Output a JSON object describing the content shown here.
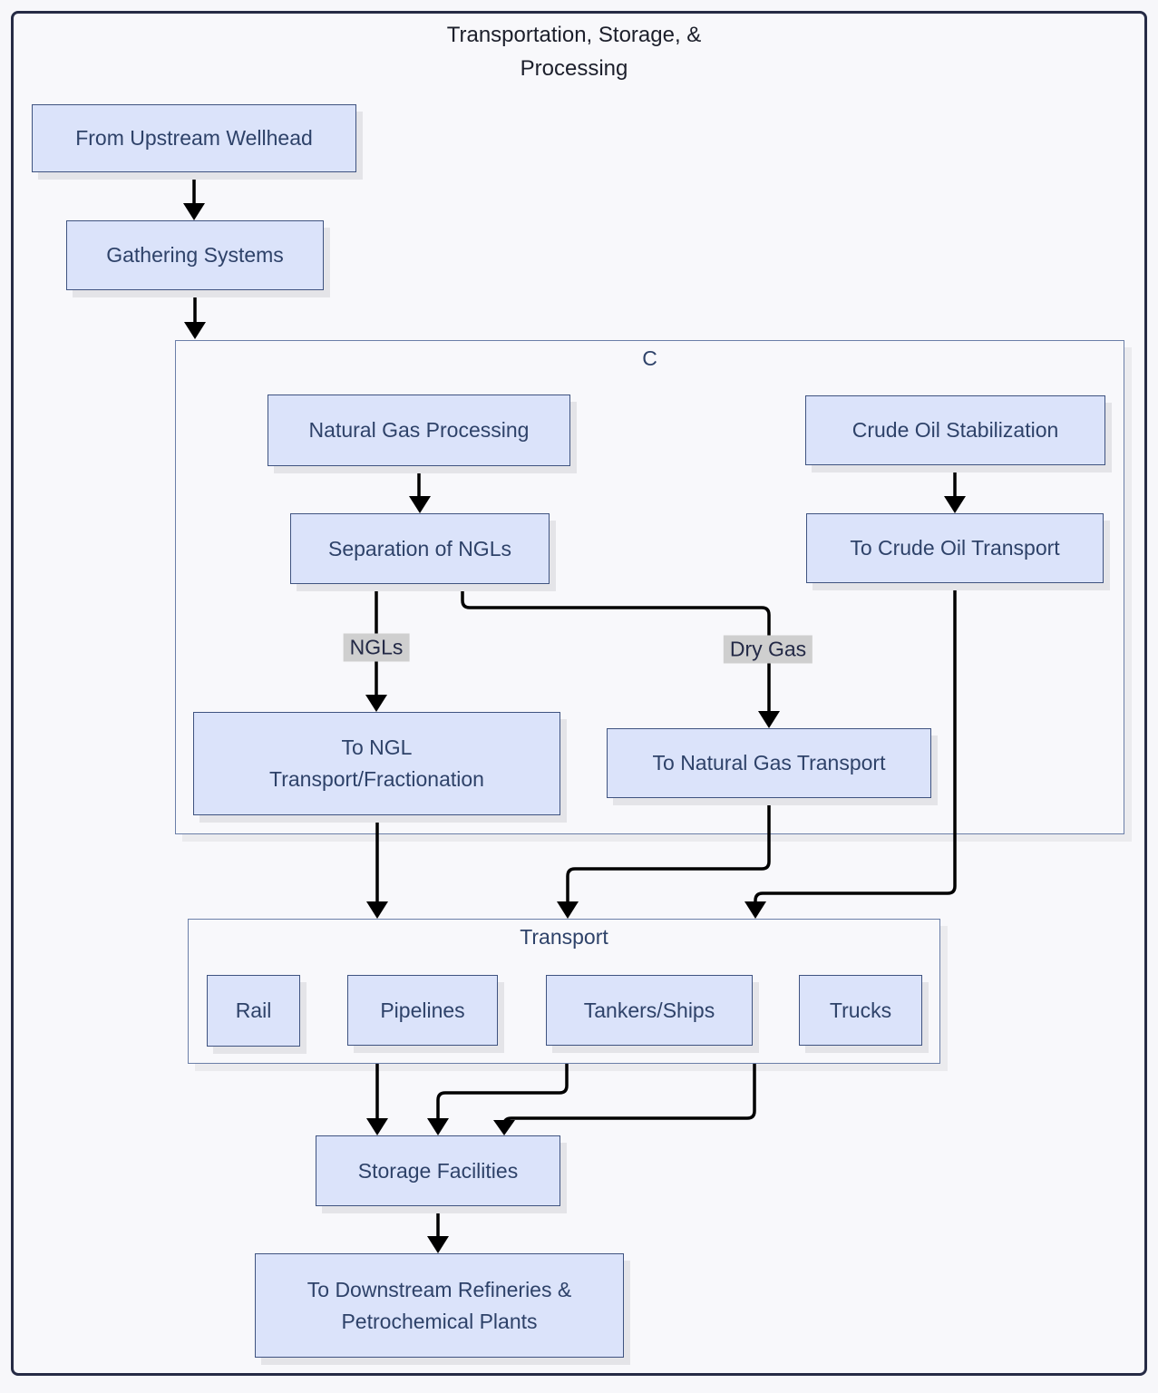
{
  "title": {
    "line1": "Transportation, Storage, &",
    "line2": "Processing"
  },
  "clusters": {
    "c": {
      "label": "C"
    },
    "transport": {
      "label": "Transport"
    }
  },
  "nodes": {
    "upstream": "From Upstream Wellhead",
    "gathering": "Gathering Systems",
    "natural_gas_processing": "Natural Gas Processing",
    "separation_of_ngls": "Separation of NGLs",
    "crude_oil_stabilization": "Crude Oil Stabilization",
    "to_crude_oil_transport": "To Crude Oil Transport",
    "to_ngl_transport": {
      "line1": "To NGL",
      "line2": "Transport/Fractionation"
    },
    "to_natural_gas_transport": "To Natural Gas Transport",
    "rail": "Rail",
    "pipelines": "Pipelines",
    "tankers_ships": "Tankers/Ships",
    "trucks": "Trucks",
    "storage_facilities": "Storage Facilities",
    "downstream": {
      "line1": "To Downstream Refineries &",
      "line2": "Petrochemical Plants"
    }
  },
  "edge_labels": {
    "ngls": "NGLs",
    "dry_gas": "Dry Gas"
  },
  "colors": {
    "background": "#f8f8fb",
    "frame_border": "#262b45",
    "node_fill": "#dbe3fa",
    "node_border": "#3f5380",
    "node_text": "#2e4269",
    "cluster_border": "#6b7fa8",
    "edge": "#000000",
    "edge_label_bg": "#cfcfcf",
    "shadow": "#e4e4e8"
  }
}
